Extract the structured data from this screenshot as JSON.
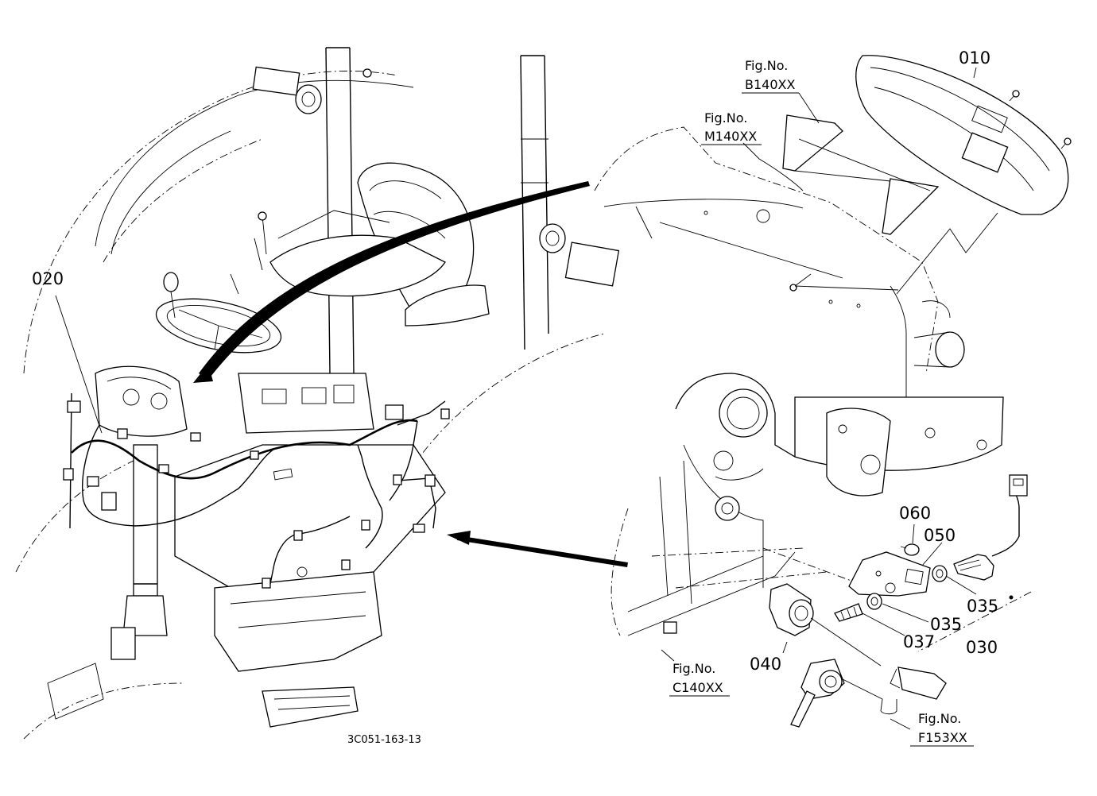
{
  "diagram": {
    "part_labels": {
      "p010": "010",
      "p020": "020",
      "p030": "030",
      "p035a": "035",
      "p035b": "035",
      "p037": "037",
      "p040": "040",
      "p050": "050",
      "p060": "060"
    },
    "figure_refs": {
      "b140": {
        "line1": "Fig.No.",
        "line2": "B140XX"
      },
      "m140": {
        "line1": "Fig.No.",
        "line2": "M140XX"
      },
      "c140": {
        "line1": "Fig.No.",
        "line2": "C140XX"
      },
      "f153": {
        "line1": "Fig.No.",
        "line2": "F153XX"
      }
    },
    "drawing_code": "3C051-163-13"
  }
}
